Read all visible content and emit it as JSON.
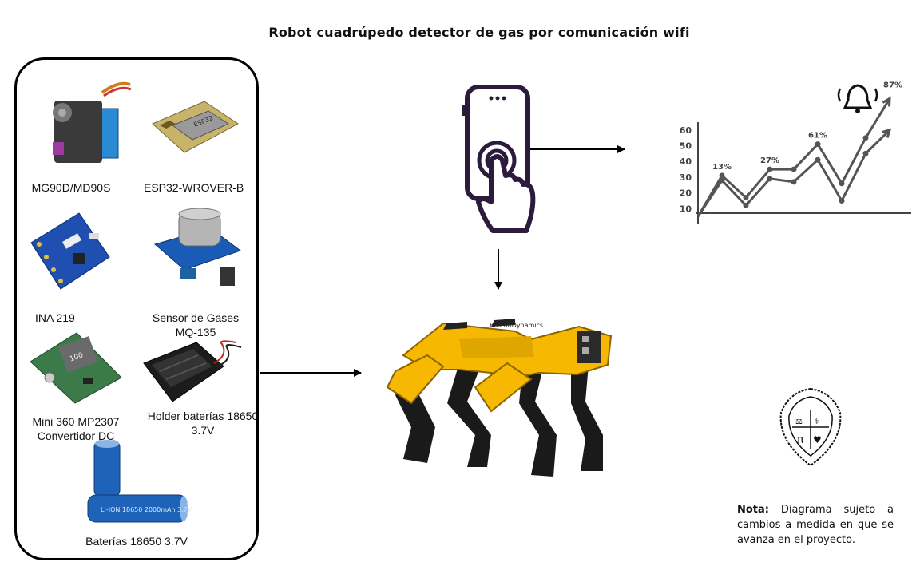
{
  "title": "Robot cuadrúpedo detector de gas por comunicación wifi",
  "components": [
    {
      "label": "MG90D/MD90S",
      "icon": "servo-motor-icon"
    },
    {
      "label": "ESP32-WROVER-B",
      "icon": "esp32-module-icon"
    },
    {
      "label": "INA 219",
      "icon": "ina219-sensor-icon"
    },
    {
      "label": "Sensor de Gases MQ-135",
      "icon": "gas-sensor-icon"
    },
    {
      "label": "Mini 360 MP2307 Convertidor DC",
      "icon": "dc-converter-icon"
    },
    {
      "label": "Holder baterías 18650 3.7V",
      "icon": "battery-holder-icon"
    },
    {
      "label": "Baterías 18650 3.7V",
      "icon": "battery-cells-icon"
    }
  ],
  "robot_brand": "BostonDynamics",
  "chart_data": {
    "type": "line",
    "yticks": [
      10,
      20,
      30,
      40,
      50,
      60
    ],
    "ylim": [
      0,
      65
    ],
    "annotations": [
      "13%",
      "27%",
      "61%",
      "87%"
    ],
    "series": [
      {
        "x": [
          0,
          1,
          2,
          3,
          4,
          5,
          6,
          7,
          8
        ],
        "values": [
          5,
          31,
          17,
          35,
          35,
          51,
          26,
          55,
          80
        ]
      },
      {
        "x": [
          0,
          1,
          2,
          3,
          4,
          5,
          6,
          7,
          8
        ],
        "values": [
          5,
          28,
          12,
          29,
          27,
          41,
          15,
          45,
          60
        ]
      }
    ]
  },
  "note": {
    "label": "Nota:",
    "text": " Diagrama sujeto a cambios a medida en que se avanza en el proyecto."
  },
  "colors": {
    "phone": "#2d1b3d",
    "robot_yellow": "#f6b800",
    "robot_dark": "#1a1a1a",
    "chart_line": "#555555"
  }
}
